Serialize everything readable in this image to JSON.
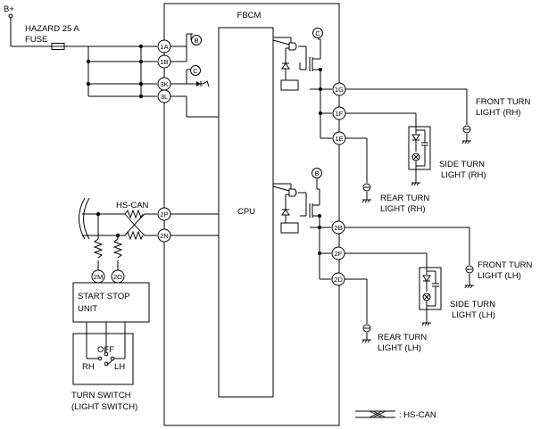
{
  "labels": {
    "bplus": "B+",
    "fuse_line1": "HAZARD 25 A",
    "fuse_line2": "FUSE",
    "fbcm": "FBCM",
    "cpu": "CPU",
    "hscan": "HS-CAN",
    "start_stop_line1": "START STOP",
    "start_stop_line2": "UNIT",
    "off": "OFF",
    "rh": "RH",
    "lh": "LH",
    "turn_switch_line1": "TURN SWITCH",
    "turn_switch_line2": "(LIGHT SWITCH)",
    "front_rh_line1": "FRONT TURN",
    "front_rh_line2": "LIGHT (RH)",
    "side_rh_line1": "SIDE TURN",
    "side_rh_line2": "LIGHT (RH)",
    "rear_rh_line1": "REAR TURN",
    "rear_rh_line2": "LIGHT (RH)",
    "front_lh_line1": "FRONT TURN",
    "front_lh_line2": "LIGHT (LH)",
    "side_lh_line1": "SIDE TURN",
    "side_lh_line2": "LIGHT (LH)",
    "rear_lh_line1": "REAR TURN",
    "rear_lh_line2": "LIGHT (LH)",
    "legend": ": HS-CAN",
    "ref_b": "B",
    "ref_c": "C"
  },
  "pins": {
    "p1a": "1A",
    "p1b": "1B",
    "p3k": "3K",
    "p3l": "3L",
    "p1g": "1G",
    "p1f": "1F",
    "p1e": "1E",
    "p2p": "2P",
    "p2n": "2N",
    "p2b": "2B",
    "p2f": "2F",
    "p2d": "2D",
    "p2m": "2M",
    "p2o": "2O"
  }
}
